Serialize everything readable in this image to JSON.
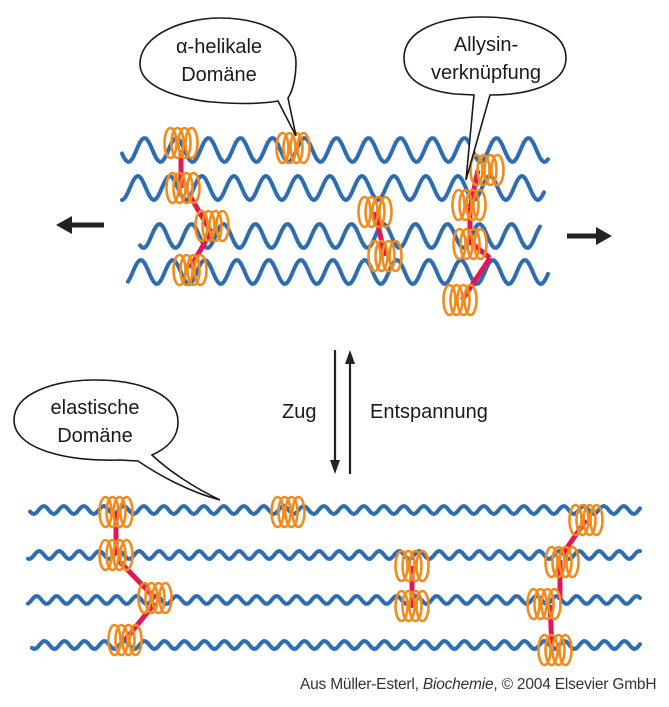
{
  "callouts": {
    "helical_line1": "α-helikale",
    "helical_line2": "Domäne",
    "allysin_line1": "Allysin-",
    "allysin_line2": "verknüpfung",
    "elastic_line1": "elastische",
    "elastic_line2": "Domäne"
  },
  "arrows": {
    "down_label": "Zug",
    "up_label": "Entspannung"
  },
  "credit": {
    "prefix": "Aus Müller-Esterl, ",
    "book": "Biochemie",
    "suffix": ", © 2004 Elsevier GmbH"
  },
  "colors": {
    "chain": "#2e6db4",
    "helix": "#f28a1c",
    "crosslink": "#e0185a",
    "arrow": "#222222",
    "text": "#1a1a1a"
  },
  "icons": {
    "left_arrow": "arrow-left-icon",
    "right_arrow": "arrow-right-icon",
    "down_arrow": "arrow-down-icon",
    "up_arrow": "arrow-up-icon"
  }
}
